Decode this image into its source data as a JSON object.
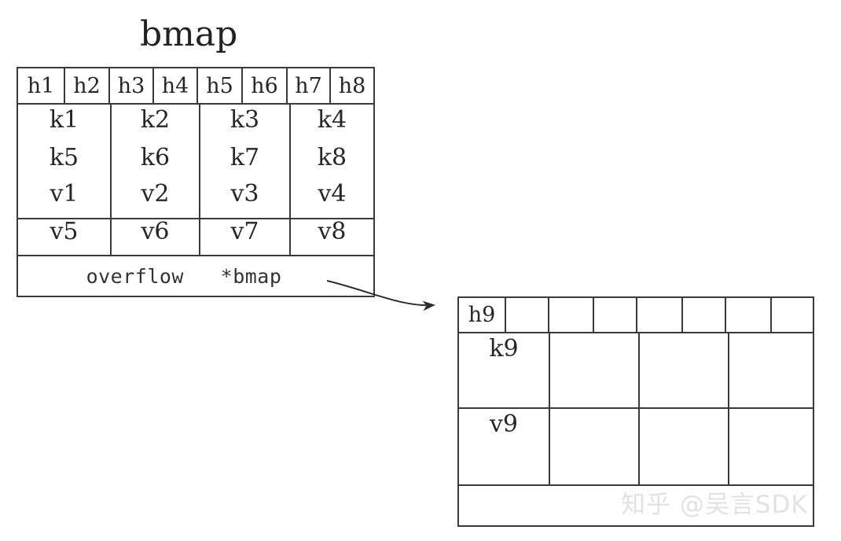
{
  "page": {
    "background": "#ffffff",
    "line_color": "#3a3a3a",
    "text_color": "#262626"
  },
  "title": {
    "text": "bmap"
  },
  "buckets": [
    {
      "id": "bucket-left",
      "name": "bmap-bucket-primary",
      "tophash": {
        "label": "tophash-row",
        "cells": [
          "h1",
          "h2",
          "h3",
          "h4",
          "h5",
          "h6",
          "h7",
          "h8"
        ]
      },
      "keys": [
        [
          "k1",
          "k2",
          "k3",
          "k4"
        ],
        [
          "k5",
          "k6",
          "k7",
          "k8"
        ]
      ],
      "values": [
        [
          "v1",
          "v2",
          "v3",
          "v4"
        ],
        [
          "v5",
          "v6",
          "v7",
          "v8"
        ]
      ],
      "overflow": {
        "text": "overflow   *bmap"
      }
    },
    {
      "id": "bucket-right",
      "name": "bmap-bucket-overflow",
      "tophash": {
        "label": "tophash-row",
        "cells": [
          "h9",
          "",
          "",
          "",
          "",
          "",
          "",
          ""
        ]
      },
      "keys": [
        [
          "k9",
          "",
          "",
          ""
        ],
        [
          "",
          "",
          "",
          ""
        ]
      ],
      "values": [
        [
          "v9",
          "",
          "",
          ""
        ],
        [
          "",
          "",
          "",
          ""
        ]
      ],
      "overflow": {
        "text": ""
      }
    }
  ],
  "connector": {
    "name": "overflow-pointer-arrow",
    "from_label": "*bmap",
    "to_label": "h9"
  },
  "watermark": {
    "text": "知乎 @吴言SDK",
    "color": "#e2e2e2"
  }
}
